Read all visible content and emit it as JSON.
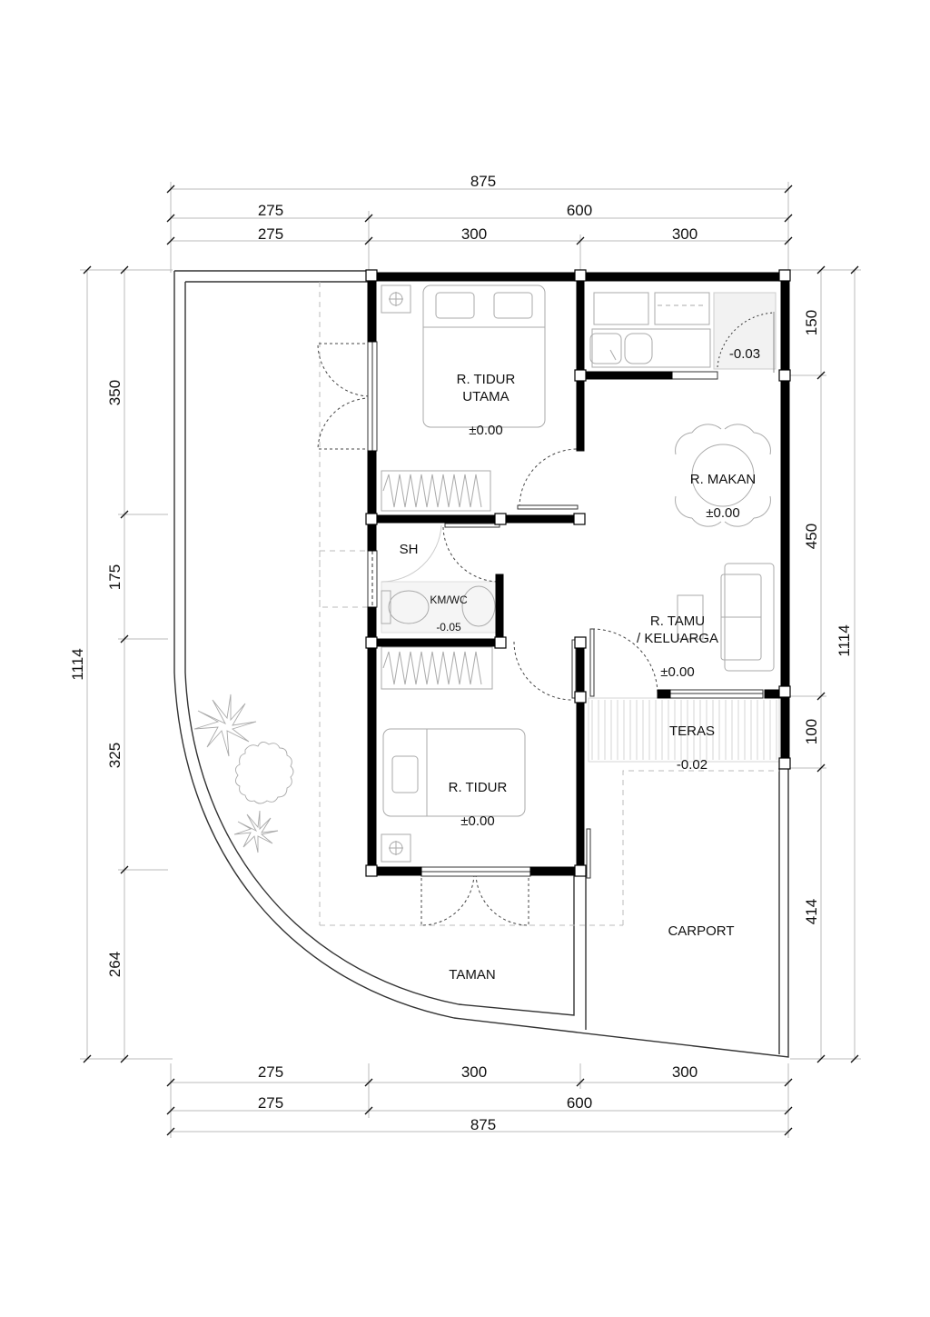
{
  "drawing": {
    "type": "architectural floor plan",
    "units": "cm",
    "colors": {
      "wall": "#000000",
      "line": "#333333",
      "dimension_line": "#bbbbbb",
      "furniture": "#aaaaaa",
      "background": "#ffffff"
    }
  },
  "rooms": {
    "master_bedroom": {
      "name": "R. TIDUR\nUTAMA",
      "level": "±0.00"
    },
    "kitchen": {
      "level": "-0.03"
    },
    "dining": {
      "name": "R. MAKAN",
      "level": "±0.00"
    },
    "shower": {
      "name": "SH"
    },
    "bathroom": {
      "name": "KM/WC",
      "level": "-0.05"
    },
    "living": {
      "name": "R. TAMU\n/ KELUARGA",
      "level": "±0.00"
    },
    "terrace": {
      "name": "TERAS",
      "level": "-0.02"
    },
    "bedroom": {
      "name": "R. TIDUR",
      "level": "±0.00"
    },
    "carport": {
      "name": "CARPORT"
    },
    "garden": {
      "name": "TAMAN"
    }
  },
  "dimensions": {
    "top": {
      "overall": "875",
      "row2": [
        "275",
        "600"
      ],
      "row3": [
        "275",
        "300",
        "300"
      ]
    },
    "bottom": {
      "row1": [
        "275",
        "300",
        "300"
      ],
      "row2": [
        "275",
        "600"
      ],
      "overall": "875"
    },
    "left": {
      "overall": "1114",
      "segments": [
        "350",
        "175",
        "325",
        "264"
      ]
    },
    "right": {
      "overall": "1114",
      "segments": [
        "150",
        "450",
        "100",
        "414"
      ]
    }
  },
  "symbols": [
    "bed-double-icon",
    "bed-single-icon",
    "wardrobe-icon",
    "kitchen-sink-icon",
    "dining-table-icon",
    "sofa-icon",
    "toilet-icon",
    "washbasin-icon",
    "shower-icon",
    "plant-icon",
    "tree-icon",
    "door-swing-icon",
    "window-icon"
  ]
}
